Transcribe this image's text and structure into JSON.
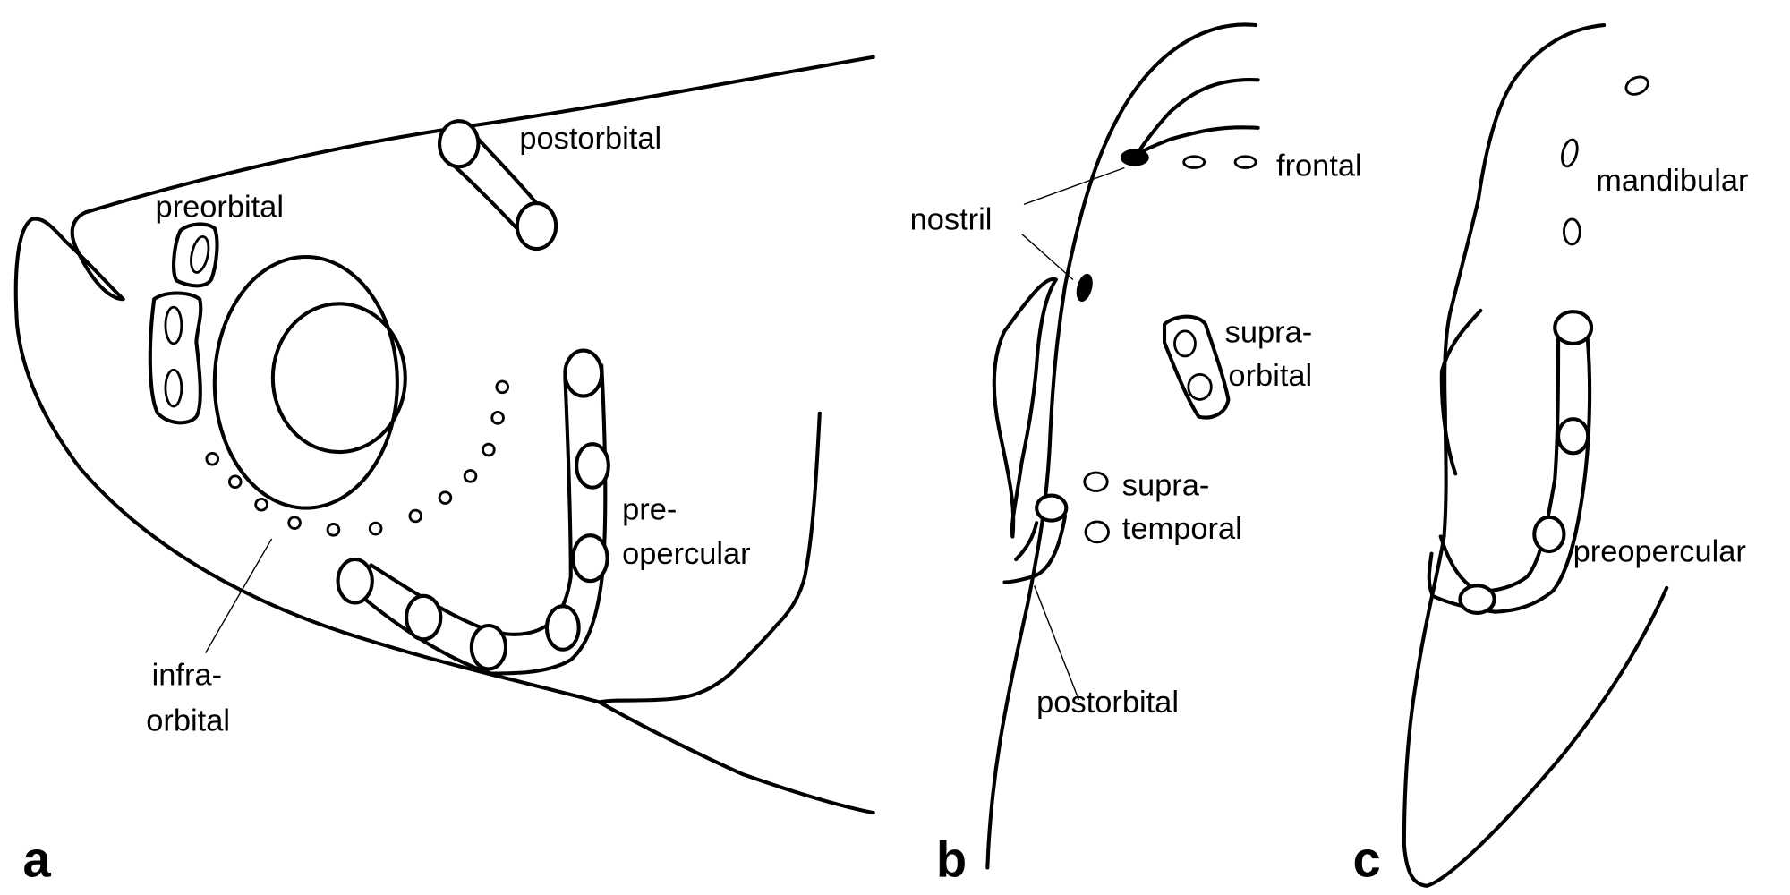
{
  "figure": {
    "description": "Cephalic lateral-line canal diagrams of a fish head in three views",
    "panels": [
      {
        "id": "a",
        "letter": "a",
        "view": "lateral",
        "labels": {
          "postorbital": "postorbital",
          "preorbital": "preorbital",
          "preopercular_line1": "pre-",
          "preopercular_line2": "opercular",
          "infraorbital_line1": "infra-",
          "infraorbital_line2": "orbital"
        }
      },
      {
        "id": "b",
        "letter": "b",
        "view": "dorsal",
        "labels": {
          "frontal": "frontal",
          "nostril": "nostril",
          "supraorbital_line1": "supra-",
          "supraorbital_line2": "orbital",
          "supratemporal_line1": "supra-",
          "supratemporal_line2": "temporal",
          "postorbital": "postorbital"
        }
      },
      {
        "id": "c",
        "letter": "c",
        "view": "ventral",
        "labels": {
          "mandibular": "mandibular",
          "preopercular": "preopercular"
        }
      }
    ],
    "colors": {
      "stroke": "#000000",
      "background": "#ffffff"
    }
  }
}
